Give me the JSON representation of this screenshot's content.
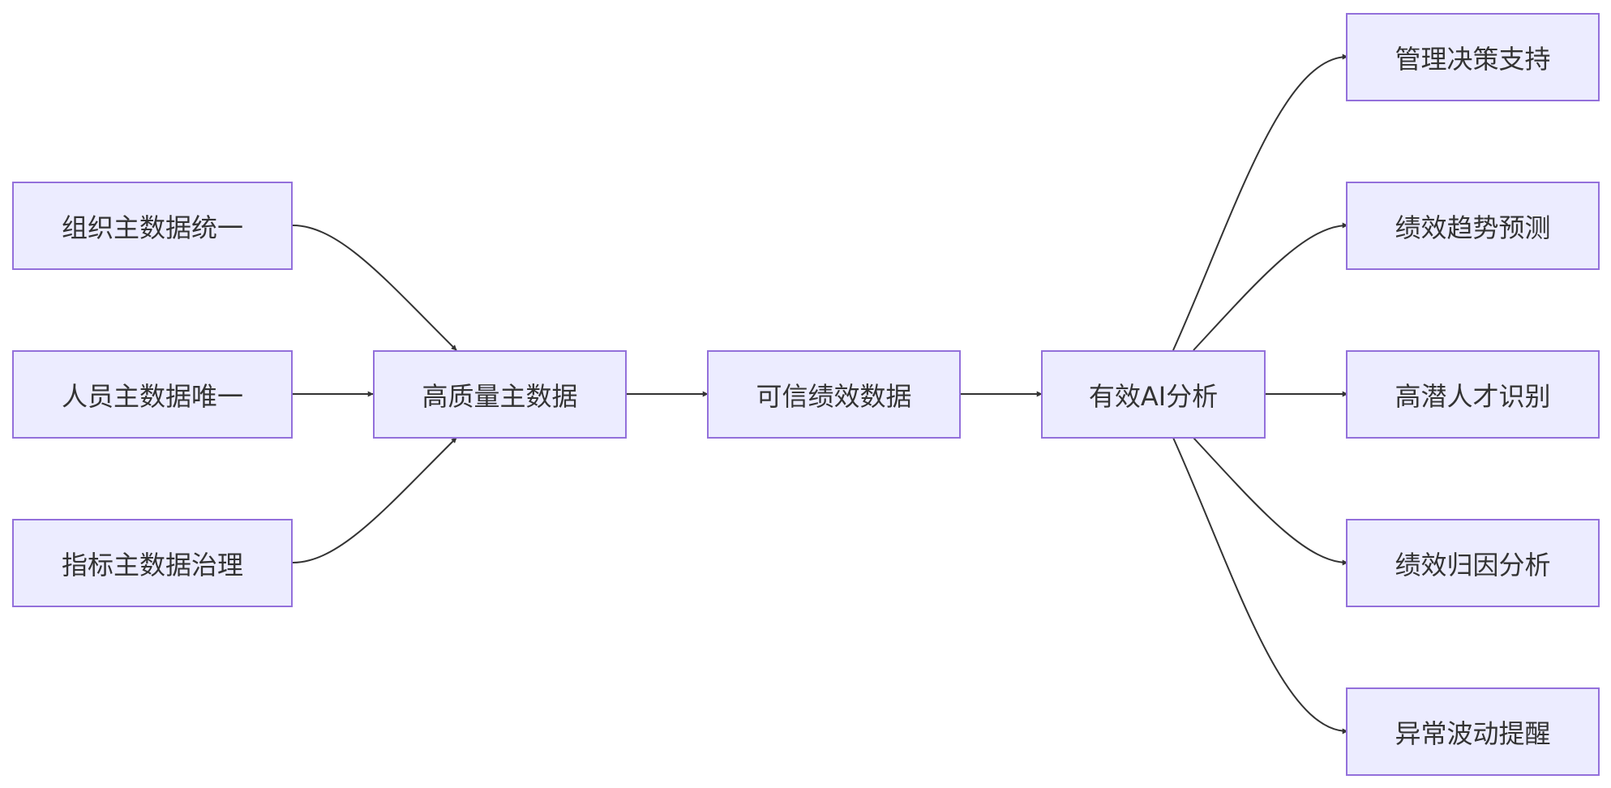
{
  "nodes": {
    "org_master": "组织主数据统一",
    "person_master": "人员主数据唯一",
    "metric_master": "指标主数据治理",
    "quality_master": "高质量主数据",
    "trusted_perf": "可信绩效数据",
    "ai_analysis": "有效AI分析",
    "decision_support": "管理决策支持",
    "trend_forecast": "绩效趋势预测",
    "talent_id": "高潜人才识别",
    "attribution": "绩效归因分析",
    "anomaly_alert": "异常波动提醒"
  },
  "colors": {
    "node_fill": "#ECECFF",
    "node_border": "#9370DB",
    "edge": "#333333",
    "text": "#333333"
  }
}
